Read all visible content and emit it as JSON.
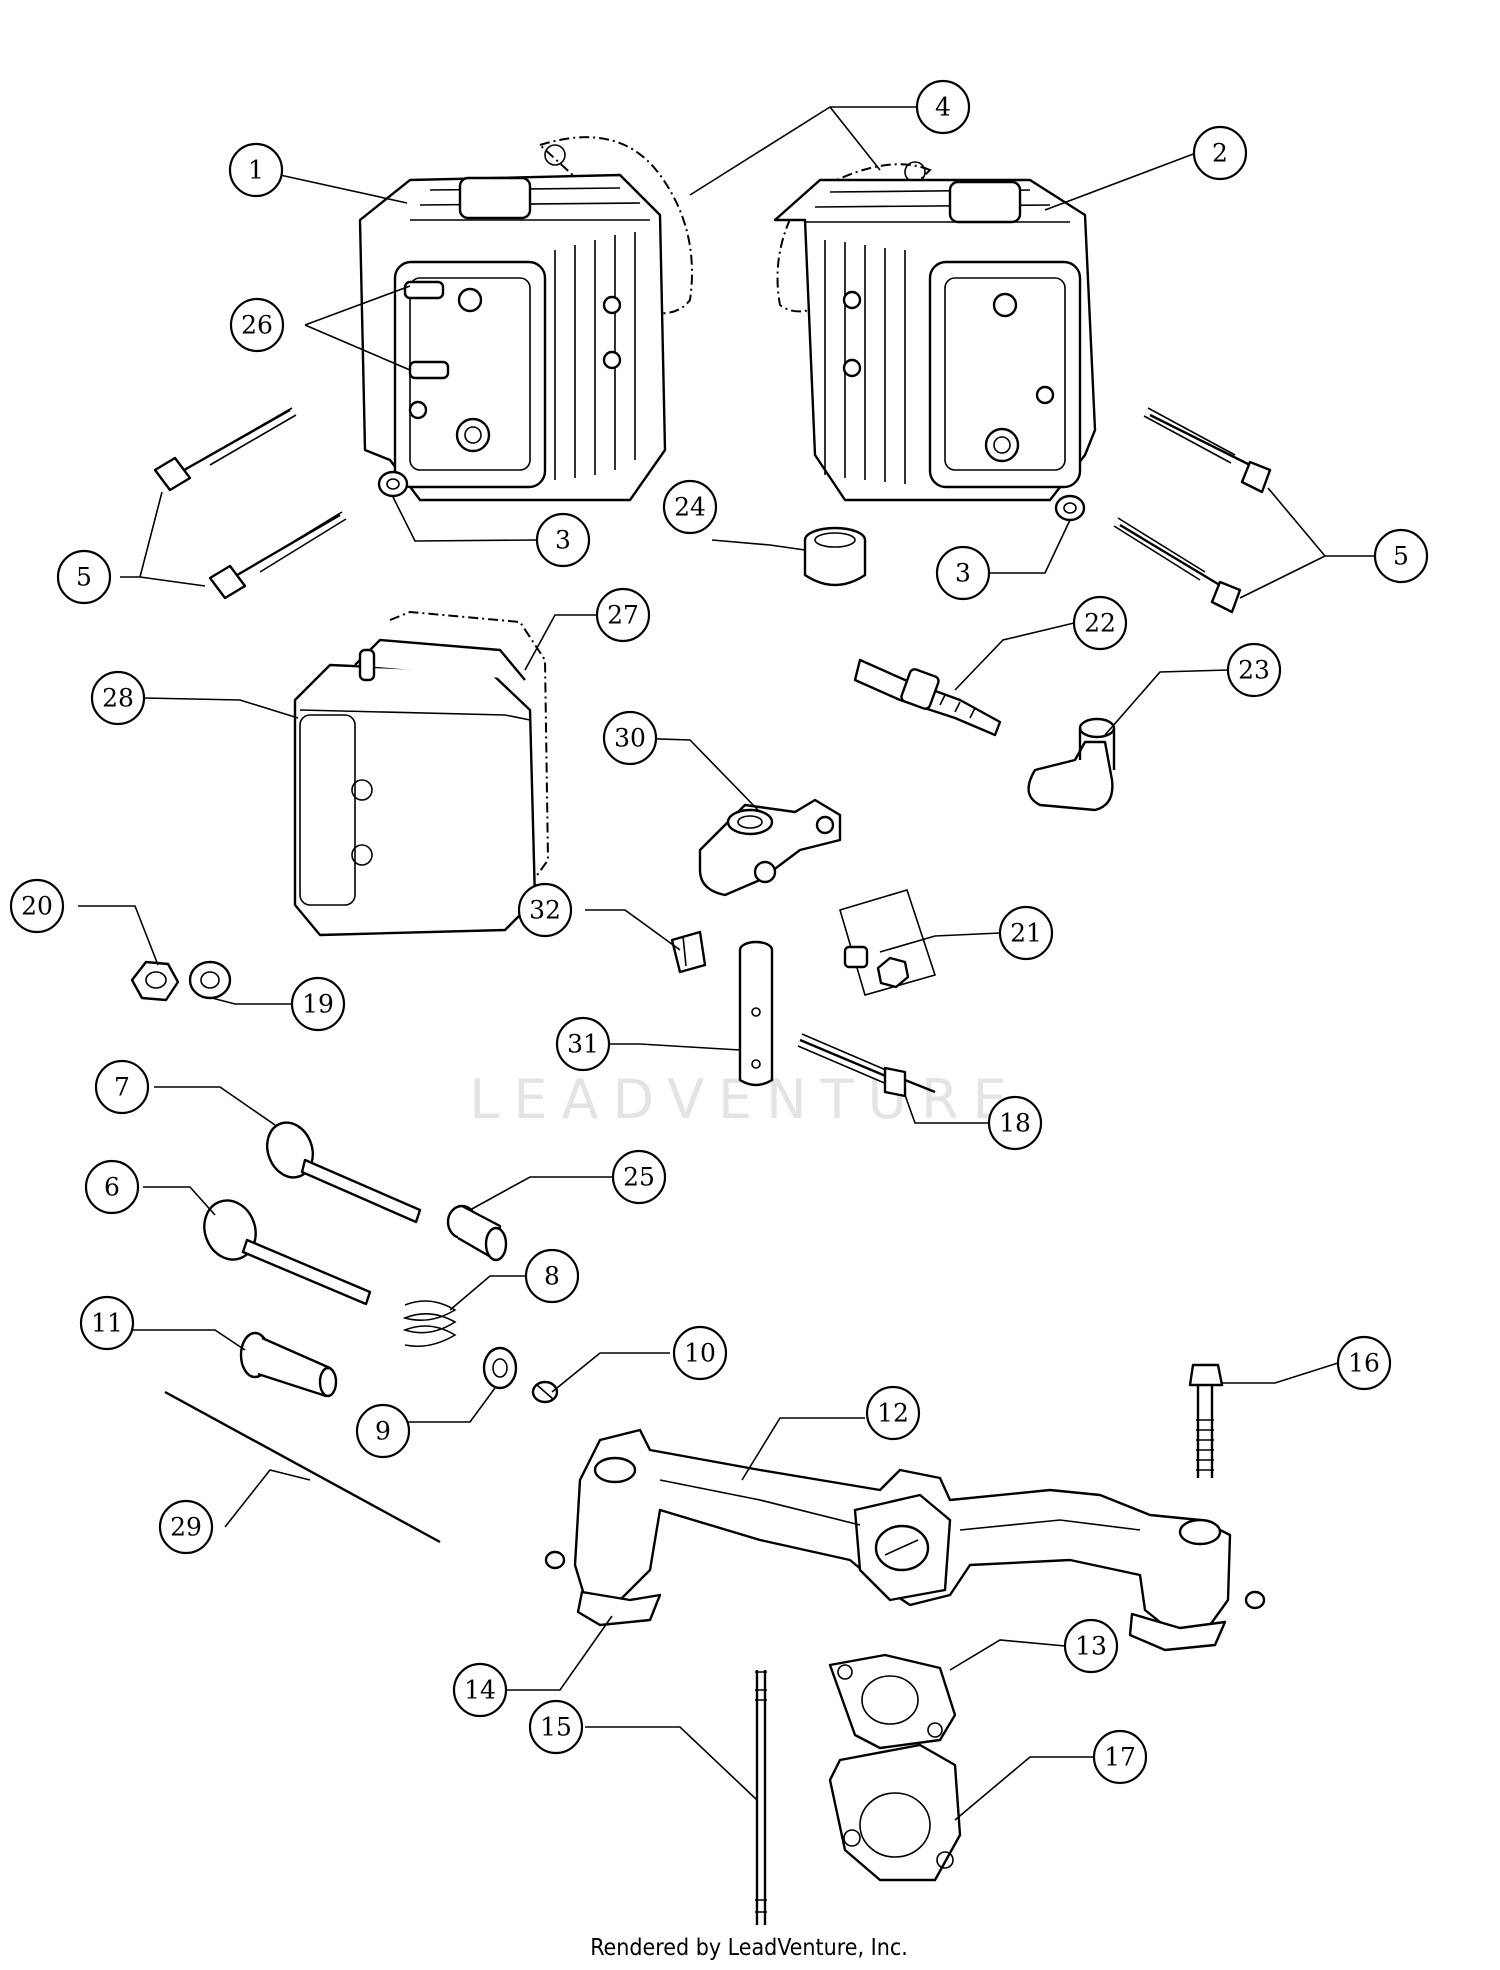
{
  "watermark": "LEADVENTURE",
  "footer": "Rendered by LeadVenture, Inc.",
  "callouts": [
    {
      "label": "1"
    },
    {
      "label": "2"
    },
    {
      "label": "3"
    },
    {
      "label": "3"
    },
    {
      "label": "4"
    },
    {
      "label": "5"
    },
    {
      "label": "5"
    },
    {
      "label": "6"
    },
    {
      "label": "7"
    },
    {
      "label": "8"
    },
    {
      "label": "9"
    },
    {
      "label": "10"
    },
    {
      "label": "11"
    },
    {
      "label": "12"
    },
    {
      "label": "13"
    },
    {
      "label": "14"
    },
    {
      "label": "15"
    },
    {
      "label": "16"
    },
    {
      "label": "17"
    },
    {
      "label": "18"
    },
    {
      "label": "19"
    },
    {
      "label": "20"
    },
    {
      "label": "21"
    },
    {
      "label": "22"
    },
    {
      "label": "23"
    },
    {
      "label": "24"
    },
    {
      "label": "25"
    },
    {
      "label": "26"
    },
    {
      "label": "27"
    },
    {
      "label": "28"
    },
    {
      "label": "29"
    },
    {
      "label": "30"
    },
    {
      "label": "31"
    },
    {
      "label": "32"
    }
  ]
}
